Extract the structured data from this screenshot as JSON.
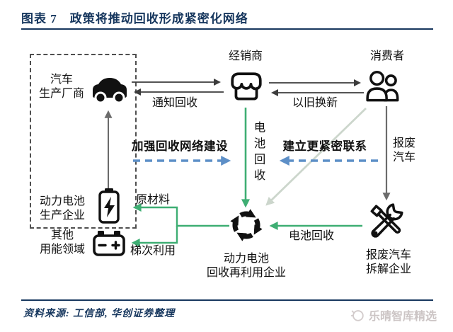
{
  "header": {
    "title": "图表 7　政策将推动回收形成紧密化网络"
  },
  "footer": {
    "source": "资料来源: 工信部, 华创证券整理",
    "watermark": "乐晴智库精选"
  },
  "colors": {
    "navy": "#17375e",
    "green_arrow": "#3eae73",
    "blue_dashed_arrow": "#5d8fc7",
    "gray_arrow": "#6b6b6b",
    "faint_arrow": "#ccd6cc",
    "icon_black": "#111111",
    "watermark_gray": "#ccc5c5"
  },
  "nodes": {
    "automaker": {
      "label": "汽车\n生产厂商",
      "icon": "car-icon"
    },
    "dealer": {
      "label": "经销商",
      "icon": "storefront-icon"
    },
    "consumer": {
      "label": "消费者",
      "icon": "people-icon"
    },
    "battery_maker": {
      "label": "动力电池\n生产企业",
      "icon": "battery-vertical-icon"
    },
    "other_fields": {
      "label": "其他\n用能领域",
      "icon": "battery-horizontal-icon"
    },
    "recycler": {
      "label": "动力电池\n回收再利用企业",
      "icon": "recycle-icon"
    },
    "dismantler": {
      "label": "报废汽车\n拆解企业",
      "icon": "tools-icon"
    }
  },
  "edges": {
    "notify_recycle": "通知回收",
    "trade_in": "以旧换新",
    "strengthen_network": "加强回收网络建设",
    "closer_ties": "建立更紧密联系",
    "battery_recycle_vertical": "电池回收",
    "scrap_cars": "报废\n汽车",
    "raw_materials": "原材料",
    "cascade_use": "梯次利用",
    "battery_recycle_bottom": "电池回收"
  }
}
